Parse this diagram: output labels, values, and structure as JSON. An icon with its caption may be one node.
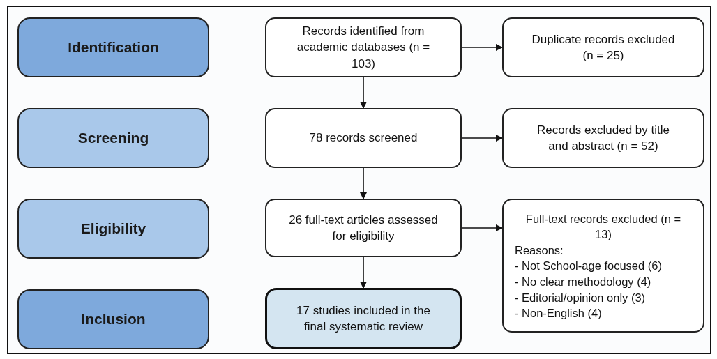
{
  "diagram": {
    "nodes": [
      {
        "text": [
          "Identification"
        ]
      },
      {
        "text": [
          "Screening"
        ]
      },
      {
        "text": [
          "Eligibility"
        ]
      },
      {
        "text": [
          "Inclusion"
        ]
      },
      {
        "text": [
          "Records identified from academic databases (n = 103)"
        ]
      },
      {
        "text": [
          "Duplicate records excluded (n = 25)"
        ]
      },
      {
        "text": [
          "78 records screened"
        ]
      },
      {
        "text": [
          "Records excluded by title and abstract (n = 52)"
        ]
      },
      {
        "text": [
          "26 full-text articles assessed for eligibility"
        ]
      },
      {
        "text": [
          "Full-text records excluded (n = 13)",
          "Reasons:",
          "- Not School-age focused (6)",
          "- No clear methodology (4)",
          "- Editorial/opinion only (3)",
          "- Non-English (4)"
        ]
      },
      {
        "text": [
          "17 studies included in the final systematic review"
        ]
      }
    ],
    "edges": [
      {
        "from": 4,
        "to": 5,
        "arrow": "to"
      },
      {
        "from": 4,
        "to": 6,
        "arrow": "to"
      },
      {
        "from": 6,
        "to": 7,
        "arrow": "to"
      },
      {
        "from": 6,
        "to": 8,
        "arrow": "to"
      },
      {
        "from": 8,
        "to": 9,
        "arrow": "to"
      },
      {
        "from": 8,
        "to": 10,
        "arrow": "to"
      }
    ]
  }
}
